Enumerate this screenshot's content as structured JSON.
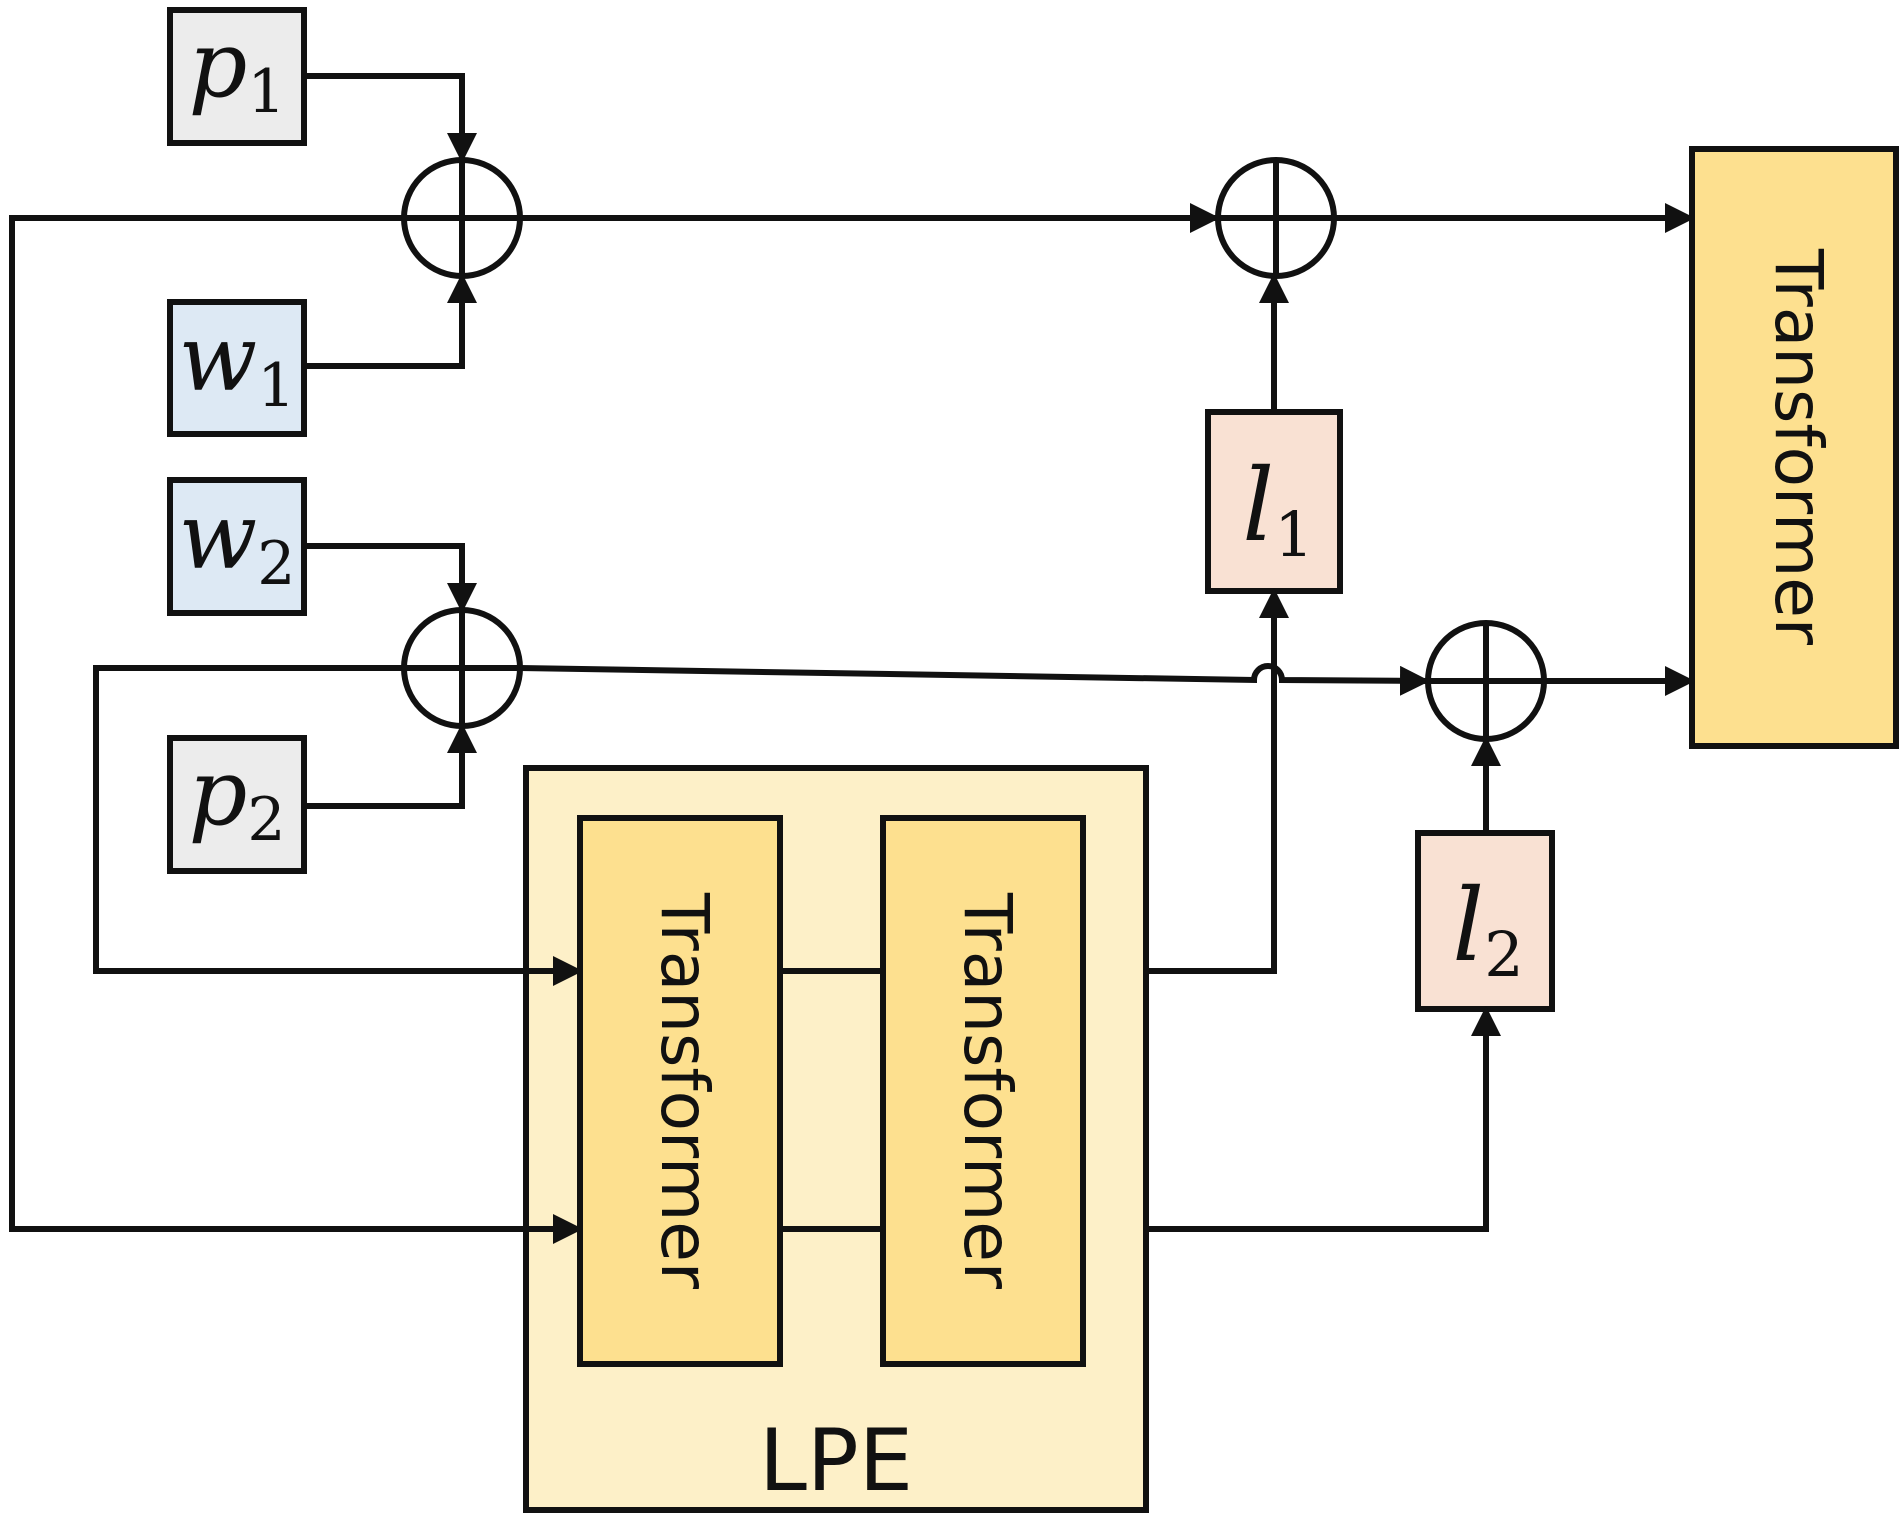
{
  "colors": {
    "p_box": "#ececec",
    "w_box": "#dde9f4",
    "l_box": "#f9e1d3",
    "transformer_box": "#fde08f",
    "lpe_container": "#fdf0c8",
    "stroke": "#111111"
  },
  "inputs": {
    "p1": {
      "base": "p",
      "sub": "1"
    },
    "w1": {
      "base": "w",
      "sub": "1"
    },
    "w2": {
      "base": "w",
      "sub": "2"
    },
    "p2": {
      "base": "p",
      "sub": "2"
    }
  },
  "learned": {
    "l1": {
      "base": "l",
      "sub": "1"
    },
    "l2": {
      "base": "l",
      "sub": "2"
    }
  },
  "lpe": {
    "label": "LPE",
    "transformer_a": "Transformer",
    "transformer_b": "Transformer"
  },
  "main_transformer": "Transformer",
  "icons": {
    "sum_node": "circle-plus-icon",
    "arrowhead": "triangle-arrow-icon"
  }
}
